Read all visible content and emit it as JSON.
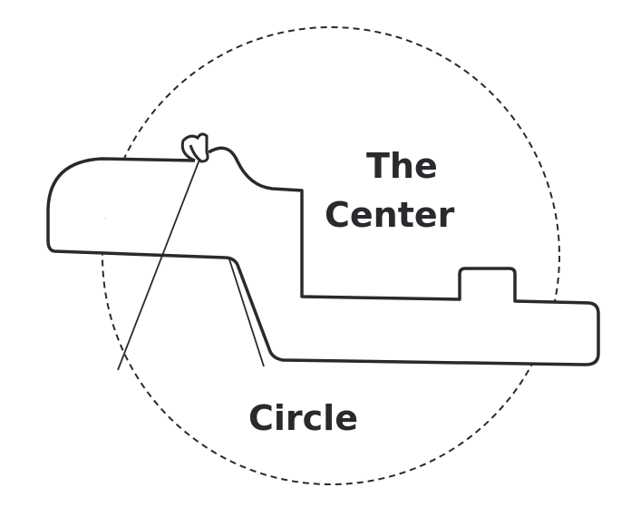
{
  "logo": {
    "line1": "The",
    "line2": "Center",
    "line3": "Circle"
  },
  "colors": {
    "ink": "#2a2a2e",
    "background": "#ffffff"
  }
}
